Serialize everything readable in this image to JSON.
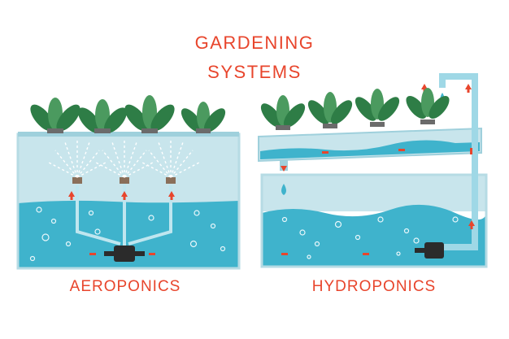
{
  "title": {
    "line1": "GARDENING",
    "line2": "SYSTEMS"
  },
  "systems": [
    {
      "label": "AEROPONICS"
    },
    {
      "label": "HYDROPONICS"
    }
  ],
  "colors": {
    "title": "#e8452c",
    "tank_air": "#c8e5ec",
    "tank_water": "#3fb3cc",
    "tank_border": "#b6dbe4",
    "pipe": "#9fd8e6",
    "pump": "#2b2b2b",
    "arrow": "#e8452c",
    "leaf": "#2e7d46",
    "leaf_light": "#4b9a5f",
    "pot": "#6b6b6b"
  },
  "icons": [
    "plant-icon",
    "sprinkler-icon",
    "pump-icon",
    "flow-arrow-icon",
    "water-drop-icon"
  ]
}
